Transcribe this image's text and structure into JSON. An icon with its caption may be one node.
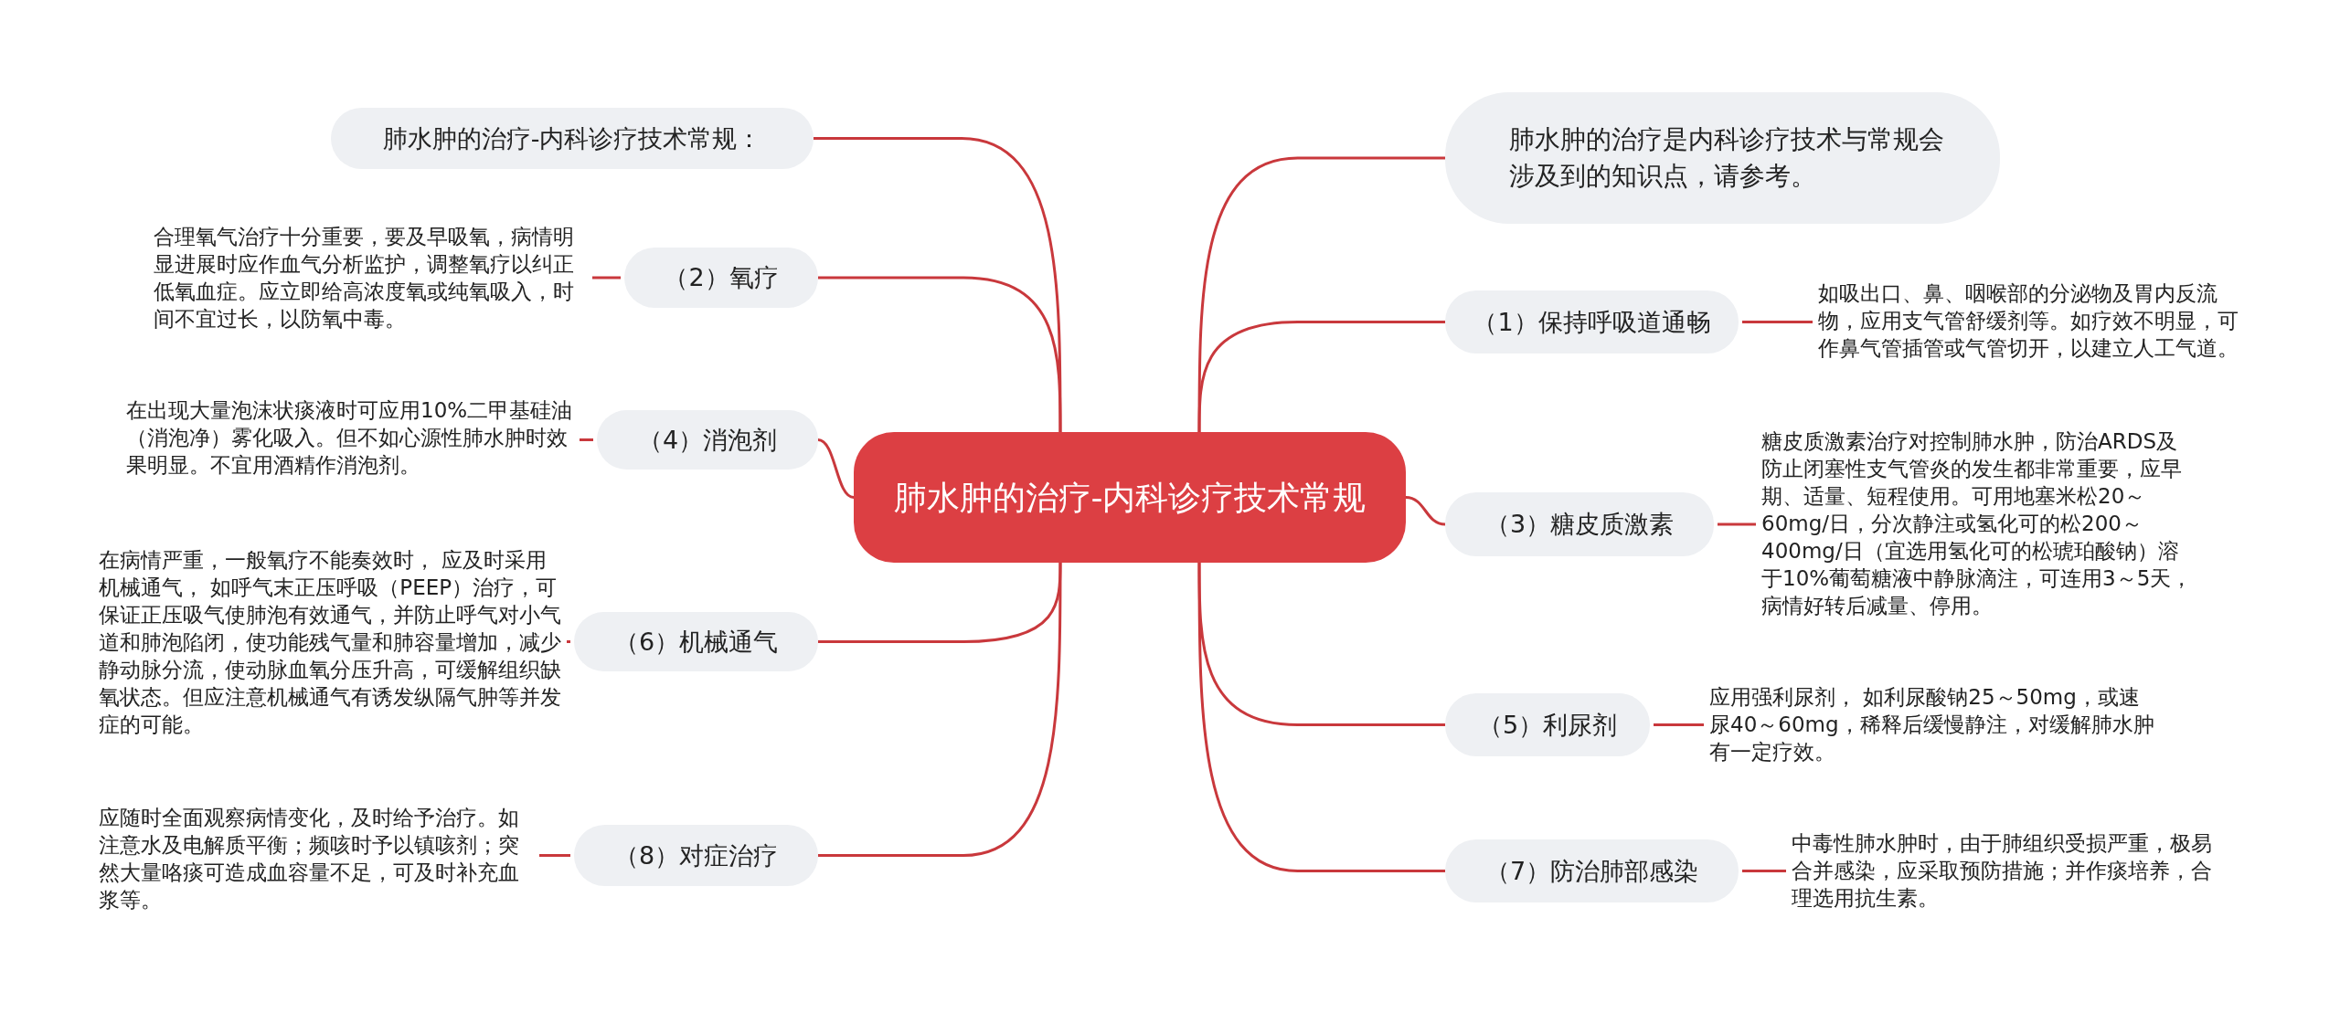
{
  "diagram": {
    "nodes": [
      {
        "text": [
          "肺水肿的治疗-内科诊疗技术常规"
        ]
      },
      {
        "text": [
          "肺水肿的治疗-内科诊疗技术常规："
        ]
      },
      {
        "text": [
          "（2）氧疗"
        ]
      },
      {
        "text": [
          "（4）消泡剂"
        ]
      },
      {
        "text": [
          "（6）机械通气"
        ]
      },
      {
        "text": [
          "（8）对症治疗"
        ]
      },
      {
        "text": [
          "肺水肿的治疗是内科诊疗技术与常规会涉及到的知识点，请参考。"
        ]
      },
      {
        "text": [
          "（1）保持呼吸道通畅"
        ]
      },
      {
        "text": [
          "（3）糖皮质激素"
        ]
      },
      {
        "text": [
          "（5）利尿剂"
        ]
      },
      {
        "text": [
          "（7）防治肺部感染"
        ]
      },
      {
        "text": [
          "合理氧气治疗十分重要，要及早吸氧，病情明显进展时应作血气分析监护，调整氧疗以纠正低氧血症。应立即给高浓度氧或纯氧吸入，时间不宜过长，以防氧中毒。"
        ]
      },
      {
        "text": [
          "在出现大量泡沫状痰液时可应用10%二甲基硅油（消泡净）雾化吸入。但不如心源性肺水肿时效果明显。不宜用酒精作消泡剂。"
        ]
      },
      {
        "text": [
          "在病情严重，一般氧疗不能奏效时， 应及时采用机械通气， 如呼气末正压呼吸（PEEP）治疗，可保证正压吸气使肺泡有效通气，并防止呼气对小气道和肺泡陷闭，使功能残气量和肺容量增加，减少静动脉分流，使动脉血氧分压升高，可缓解组织缺氧状态。但应注意机械通气有诱发纵隔气肿等并发症的可能。"
        ]
      },
      {
        "text": [
          "应随时全面观察病情变化，及时给予治疗。如注意水及电解质平衡；频咳时予以镇咳剂；突然大量咯痰可造成血容量不足，可及时补充血浆等。"
        ]
      },
      {
        "text": [
          "如吸出口、鼻、咽喉部的分泌物及胃内反流物，应用支气管舒缓剂等。如疗效不明显，可作鼻气管插管或气管切开，以建立人工气道。"
        ]
      },
      {
        "text": [
          "糖皮质激素治疗对控制肺水肿，防治ARDS及防止闭塞性支气管炎的发生都非常重要，应早期、适量、短程使用。可用地塞米松20～60mg/日，分次静注或氢化可的松200～400mg/日（宜选用氢化可的松琥珀酸钠）溶于10%葡萄糖液中静脉滴注，可连用3～5天，病情好转后减量、停用。"
        ]
      },
      {
        "text": [
          "应用强利尿剂， 如利尿酸钠25～50mg，或速尿40～60mg，稀释后缓慢静注，对缓解肺水肿有一定疗效。"
        ]
      },
      {
        "text": [
          "中毒性肺水肿时，由于肺组织受损严重，极易合并感染，应采取预防措施；并作痰培养，合理选用抗生素。"
        ]
      }
    ],
    "edges": [
      {
        "from": 0,
        "to": 1,
        "arrow": "none"
      },
      {
        "from": 0,
        "to": 2,
        "arrow": "none"
      },
      {
        "from": 0,
        "to": 3,
        "arrow": "none"
      },
      {
        "from": 0,
        "to": 4,
        "arrow": "none"
      },
      {
        "from": 0,
        "to": 5,
        "arrow": "none"
      },
      {
        "from": 0,
        "to": 6,
        "arrow": "none"
      },
      {
        "from": 0,
        "to": 7,
        "arrow": "none"
      },
      {
        "from": 0,
        "to": 8,
        "arrow": "none"
      },
      {
        "from": 0,
        "to": 9,
        "arrow": "none"
      },
      {
        "from": 0,
        "to": 10,
        "arrow": "none"
      },
      {
        "from": 2,
        "to": 11,
        "arrow": "none"
      },
      {
        "from": 3,
        "to": 12,
        "arrow": "none"
      },
      {
        "from": 4,
        "to": 13,
        "arrow": "none"
      },
      {
        "from": 5,
        "to": 14,
        "arrow": "none"
      },
      {
        "from": 7,
        "to": 15,
        "arrow": "none"
      },
      {
        "from": 8,
        "to": 16,
        "arrow": "none"
      },
      {
        "from": 9,
        "to": 17,
        "arrow": "none"
      },
      {
        "from": 10,
        "to": 18,
        "arrow": "none"
      }
    ]
  }
}
